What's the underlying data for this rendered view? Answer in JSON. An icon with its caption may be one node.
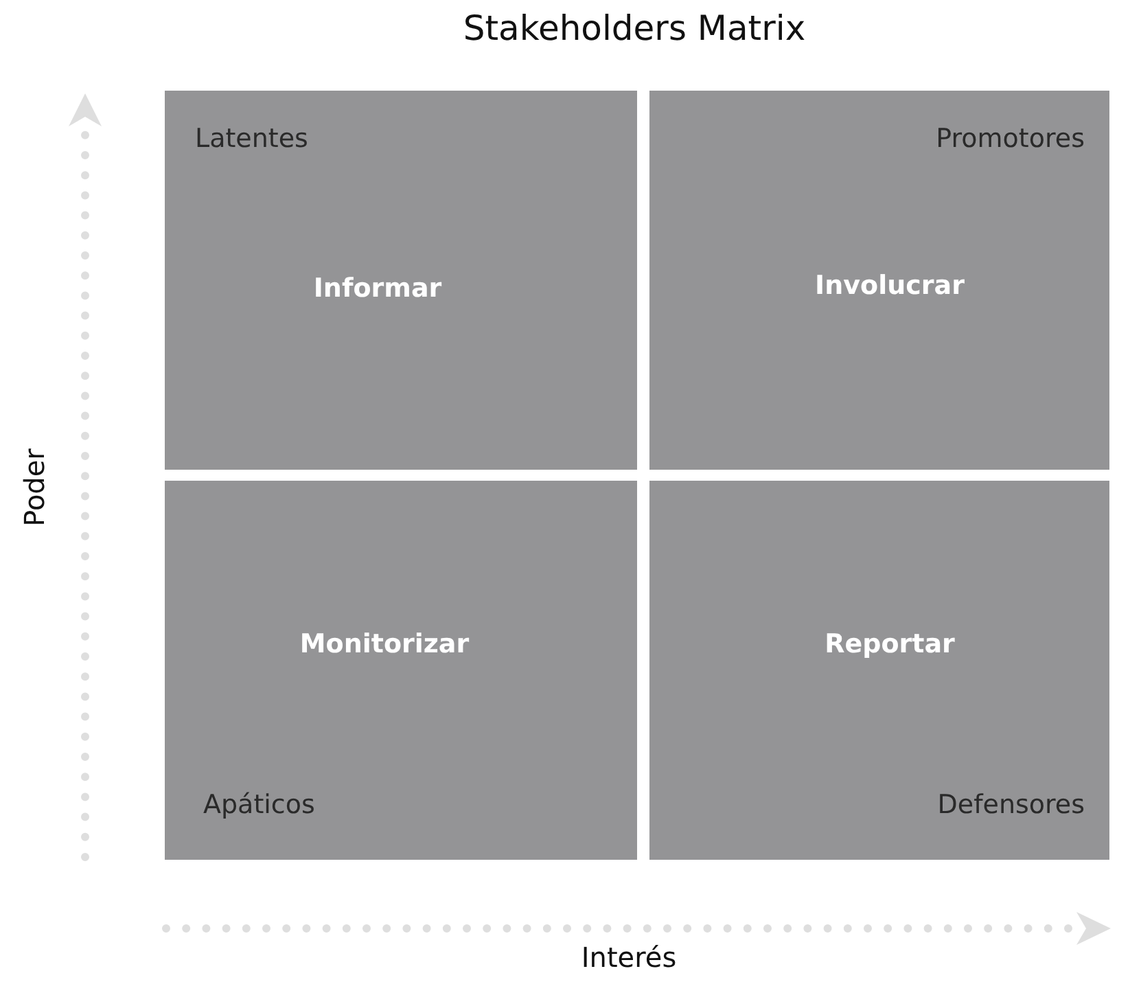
{
  "diagram": {
    "title": "Stakeholders Matrix",
    "nodes": [
      {
        "text": [
          "Latentes",
          "Informar"
        ]
      },
      {
        "text": [
          "Promotores",
          "Involucrar"
        ]
      },
      {
        "text": [
          "Monitorizar",
          "Apáticos"
        ]
      },
      {
        "text": [
          "Reportar",
          "Defensores"
        ]
      }
    ],
    "labels": [
      "Poder",
      "Interés"
    ]
  }
}
